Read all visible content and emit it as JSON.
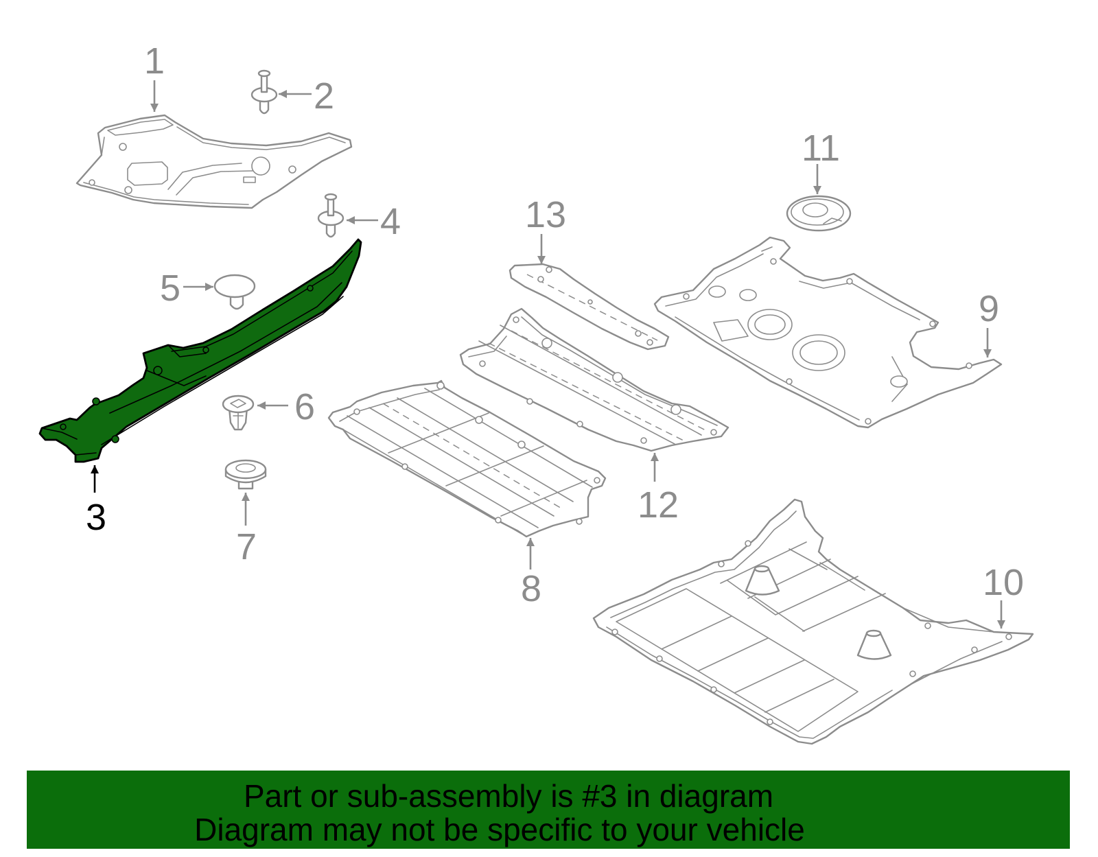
{
  "diagram": {
    "callouts": [
      {
        "label": "1"
      },
      {
        "label": "2"
      },
      {
        "label": "3",
        "highlighted": true
      },
      {
        "label": "4"
      },
      {
        "label": "5"
      },
      {
        "label": "6"
      },
      {
        "label": "7"
      },
      {
        "label": "8"
      },
      {
        "label": "9"
      },
      {
        "label": "10"
      },
      {
        "label": "11"
      },
      {
        "label": "12"
      },
      {
        "label": "13"
      }
    ]
  },
  "banner": {
    "line1": "Part or sub-assembly is #3 in diagram",
    "line2": "Diagram may not be specific to your vehicle"
  },
  "colors": {
    "highlight": "#0f6a0f",
    "banner": "#0b6e0b",
    "line": "#8c8c8c",
    "active_callout": "#000000"
  }
}
